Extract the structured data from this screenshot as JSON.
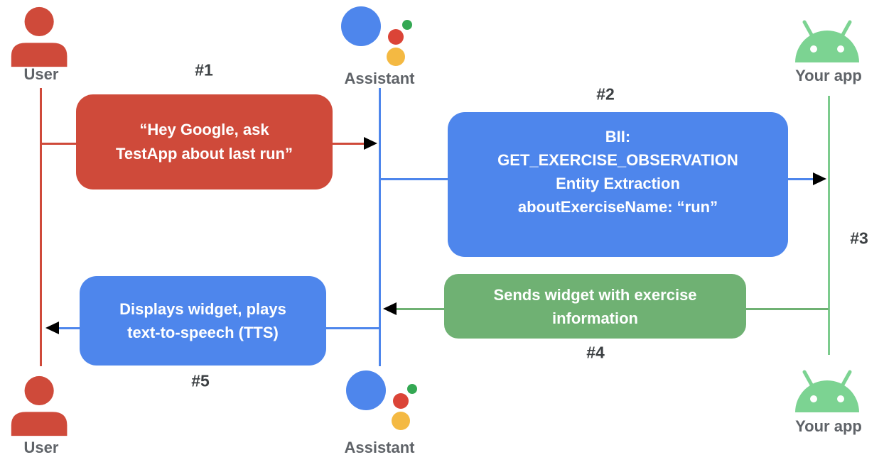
{
  "diagram_type": "sequence-flow",
  "actors": {
    "user_top": {
      "label": "User",
      "icon": "person-icon"
    },
    "assistant_top": {
      "label": "Assistant",
      "icon": "google-assistant-logo-icon"
    },
    "app_top": {
      "label": "Your app",
      "icon": "android-robot-icon"
    },
    "user_bottom": {
      "label": "User",
      "icon": "person-icon"
    },
    "assistant_bottom": {
      "label": "Assistant",
      "icon": "google-assistant-logo-icon"
    },
    "app_bottom": {
      "label": "Your app",
      "icon": "android-robot-icon"
    }
  },
  "steps": {
    "s1": {
      "tag": "#1",
      "from": "User",
      "to": "Assistant",
      "lines": [
        "“Hey Google, ask",
        "TestApp about last run”"
      ]
    },
    "s2": {
      "tag": "#2",
      "from": "Assistant",
      "to": "Your app",
      "lines": [
        "BII:",
        "GET_EXERCISE_OBSERVATION",
        "Entity Extraction",
        "aboutExerciseName: “run”"
      ]
    },
    "s3": {
      "tag": "#3",
      "at": "Your app",
      "lines": []
    },
    "s4": {
      "tag": "#4",
      "from": "Your app",
      "to": "Assistant",
      "lines": [
        "Sends widget with exercise",
        "information"
      ]
    },
    "s5": {
      "tag": "#5",
      "from": "Assistant",
      "to": "User",
      "lines": [
        "Displays widget, plays",
        "text-to-speech (TTS)"
      ]
    }
  },
  "colors": {
    "user_red": "#CF4A3A",
    "assistant_blue": "#4E86EC",
    "message_green": "#6FB173",
    "android_green": "#7CD392",
    "lifeline_green": "#7CCB8D",
    "assistant_logo_red": "#DB4437",
    "assistant_logo_yellow": "#F4B942",
    "assistant_logo_green": "#34A853",
    "tag_text": "#3C4043",
    "actor_label_text": "#5F6368",
    "box_text": "#FFFFFF",
    "background": "#FFFFFF"
  }
}
